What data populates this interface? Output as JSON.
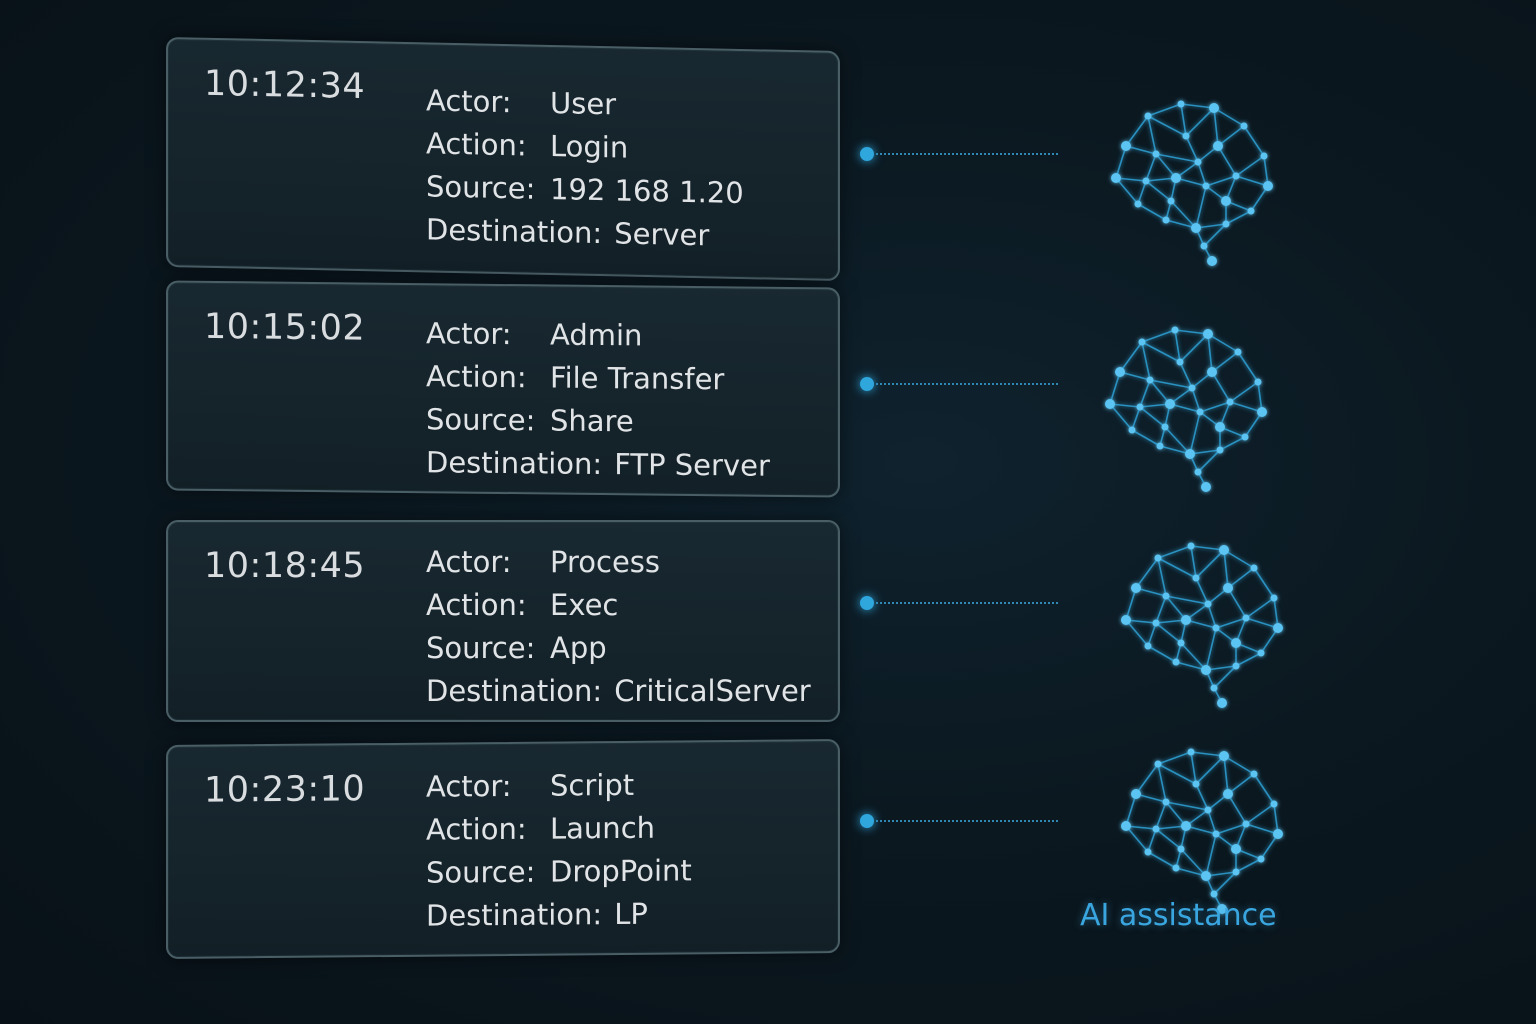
{
  "events": [
    {
      "time": "10:12:34",
      "actor_label": "Actor:",
      "actor": "User",
      "action_label": "Action:",
      "action": "Login",
      "source_label": "Source:",
      "source": "192 168 1.20",
      "destination_label": "Destination:",
      "destination": "Server"
    },
    {
      "time": "10:15:02",
      "actor_label": "Actor:",
      "actor": "Admin",
      "action_label": "Action:",
      "action": "File Transfer",
      "source_label": "Source:",
      "source": "Share",
      "destination_label": "Destination:",
      "destination": "FTP Server"
    },
    {
      "time": "10:18:45",
      "actor_label": "Actor:",
      "actor": "Process",
      "action_label": "Action:",
      "action": "Exec",
      "source_label": "Source:",
      "source": "App",
      "destination_label": "Destination:",
      "destination": "CriticalServer"
    },
    {
      "time": "10:23:10",
      "actor_label": "Actor:",
      "actor": "Script",
      "action_label": "Action:",
      "action": "Launch",
      "source_label": "Source:",
      "source": "DropPoint",
      "destination_label": "Destination:",
      "destination": "LP"
    }
  ],
  "ai_label": "AI assistance",
  "icons": [
    "brain-network-icon"
  ],
  "colors": {
    "accent": "#2fa6dc",
    "card_border": "#4a5e66",
    "text": "#e1e4e6",
    "background": "#0b1820"
  }
}
